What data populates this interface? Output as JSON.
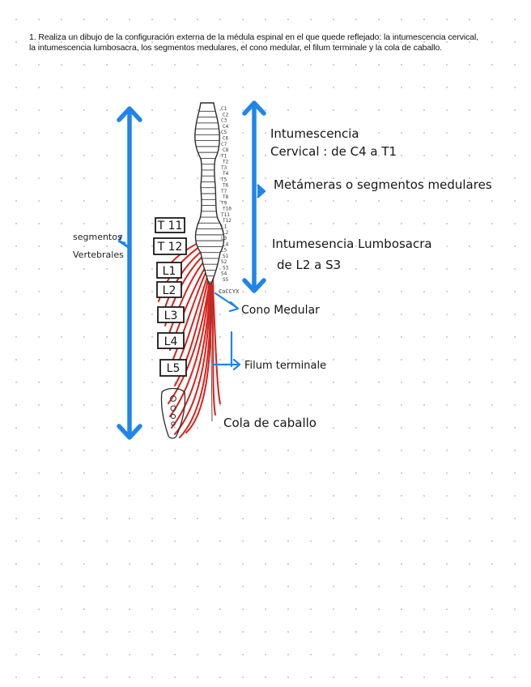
{
  "instructions": "1. Realiza un dibujo de la configuración externa de la médula espinal en el que quede reflejado: la intumescencia cervical, la intumescencia lumbosacra, los segmentos medulares, el cono medular, el filum terminale y la cola de caballo.",
  "colors": {
    "arrow_blue": "#1f86e8",
    "nerve_red": "#d9221b",
    "ink": "#161616"
  },
  "labels": {
    "cervical_line1": "Intumescencia",
    "cervical_line2": "Cervical : de C4 a T1",
    "segments": "Metámeras o segmentos medulares",
    "lumbosacral_line1": "Intumesencia Lumbosacra",
    "lumbosacral_line2": "de L2 a S3",
    "cono": "Cono Medular",
    "filum": "Filum terminale",
    "cola": "Cola de caballo",
    "vertebral_line1": "segmentos",
    "vertebral_line2": "Vertebrales",
    "coccyx": "CoCCYX"
  },
  "vertebra_boxes": [
    "T 11",
    "T 12",
    "L1",
    "L2",
    "L3",
    "L4",
    "L5"
  ],
  "spinal_segments": [
    "C1",
    "C2",
    "C3",
    "C4",
    "C5",
    "C6",
    "C7",
    "C8",
    "T1",
    "T2",
    "T3",
    "T4",
    "T5",
    "T6",
    "T7",
    "T8",
    "T9",
    "T10",
    "T11",
    "T12",
    "L1",
    "L2",
    "L3",
    "L4",
    "L5",
    "S1",
    "S2",
    "S3",
    "S4",
    "S5"
  ]
}
